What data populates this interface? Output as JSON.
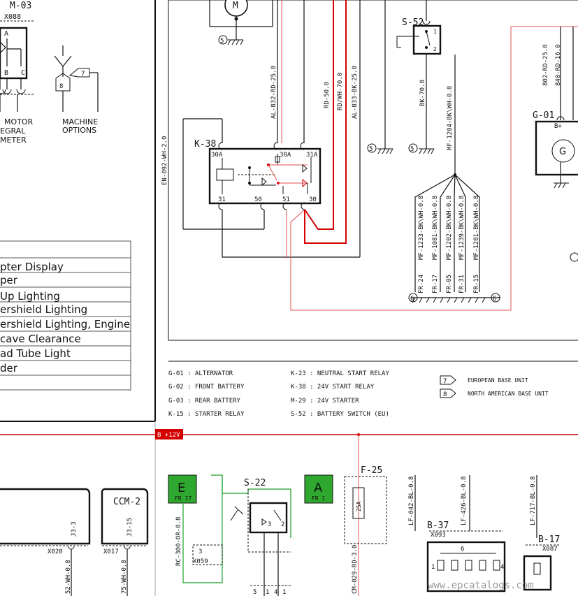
{
  "top_left": {
    "component_id": "M-03",
    "connector": "X088",
    "pins": [
      "A",
      "B",
      "C"
    ],
    "label_lines": [
      "MOTOR",
      "EGRAL",
      "METER"
    ]
  },
  "machine_options": {
    "label_lines": [
      "MACHINE",
      "OPTIONS"
    ],
    "symbol_7": "7",
    "symbol_8": "8"
  },
  "options_table": {
    "rows": [
      "pter Display",
      "per",
      "Up Lighting",
      "ershield Lighting",
      "ershield Lighting, Engine",
      "cave Clearance",
      "ad Tube Light",
      "der"
    ]
  },
  "motor": {
    "symbol": "M",
    "ground": "5"
  },
  "k38": {
    "id": "K-38",
    "pins_top": [
      "30A",
      "30A",
      "31A"
    ],
    "pins_bottom": [
      "31",
      "50",
      "51",
      "30"
    ]
  },
  "wires_vertical": {
    "w1": "EN-092-WH-2.0",
    "w2": "AL-832-RD-25.0",
    "w3": "RD-50.0",
    "w4": "RD/WH-70.0",
    "w5": "AL-833-BK-25.0",
    "w6": "BK-70.0",
    "w7": "MF-1204-BK\\WH-0.8",
    "w8": "802-RD-25.0",
    "w9": "840-RD-16.0"
  },
  "grounds": {
    "g1": "5",
    "g2": "5",
    "g3": "5",
    "g_left": "6",
    "g_right": "6"
  },
  "s52": {
    "id": "S-52",
    "pins": [
      "1",
      "2"
    ]
  },
  "g01": {
    "id": "G-01",
    "pin": "B+",
    "symbol": "G"
  },
  "mf_branches": {
    "wires": [
      "MF-1233-BK\\WH-0.8",
      "MF-1081-BK\\WH-0.8",
      "MF-1202-BK\\WH-0.8",
      "MF-1239-BK\\WH-0.8",
      "MF-1201-BK\\WH-0.8"
    ],
    "frames": [
      "FR-24",
      "FR-17",
      "FR-05",
      "FR-31",
      "FR-15"
    ]
  },
  "legend": {
    "left": [
      "G-01 : ALTERNATOR",
      "G-02 : FRONT BATTERY",
      "G-03 : REAR BATTERY",
      "K-15 : STARTER RELAY"
    ],
    "middle": [
      "K-23 : NEUTRAL START RELAY",
      "K-38 : 24V START RELAY",
      "M-29 : 24V STARTER",
      "S-52 : BATTERY SWITCH (EU)"
    ],
    "right": [
      {
        "symbol": "7",
        "text": "EUROPEAN BASE UNIT"
      },
      {
        "symbol": "8",
        "text": "NORTH AMERICAN BASE UNIT"
      }
    ]
  },
  "bus": {
    "label": "B +12V",
    "color": "#d40000"
  },
  "bottom": {
    "ccm2": {
      "id": "CCM-2",
      "pin": "J3-15",
      "connector": "X017",
      "wire": "75-WH-0.8"
    },
    "ccm_left": {
      "pin": "J3-3",
      "connector": "X020",
      "wire": "52-WH-0.8"
    },
    "frame_e": {
      "letter": "E",
      "label": "FR 17",
      "color": "#2ea82e"
    },
    "frame_a": {
      "letter": "A",
      "label": "FR 1",
      "color": "#2ea82e"
    },
    "rc_wire": "RC-300-OR-0.8",
    "x059": {
      "pin": "3",
      "connector": "X059"
    },
    "s22": {
      "id": "S-22",
      "pins": [
        "3",
        "2"
      ],
      "bottom_pins": [
        "5",
        "1",
        "4",
        "1"
      ]
    },
    "f25": {
      "id": "F-25",
      "rating": "25A",
      "wire": "CM-029-RD-3.0"
    },
    "lf_wires": [
      "LF-042-BL-0.8",
      "LF-426-BL-0.8",
      "LF-717-BL-0.8"
    ],
    "b37": {
      "id": "B-37",
      "connector": "X093",
      "pins": [
        "1",
        "6",
        "4"
      ]
    },
    "b17": {
      "id": "B-17",
      "connector": "X087"
    },
    "watermark": "www.epcatalogs.com"
  }
}
